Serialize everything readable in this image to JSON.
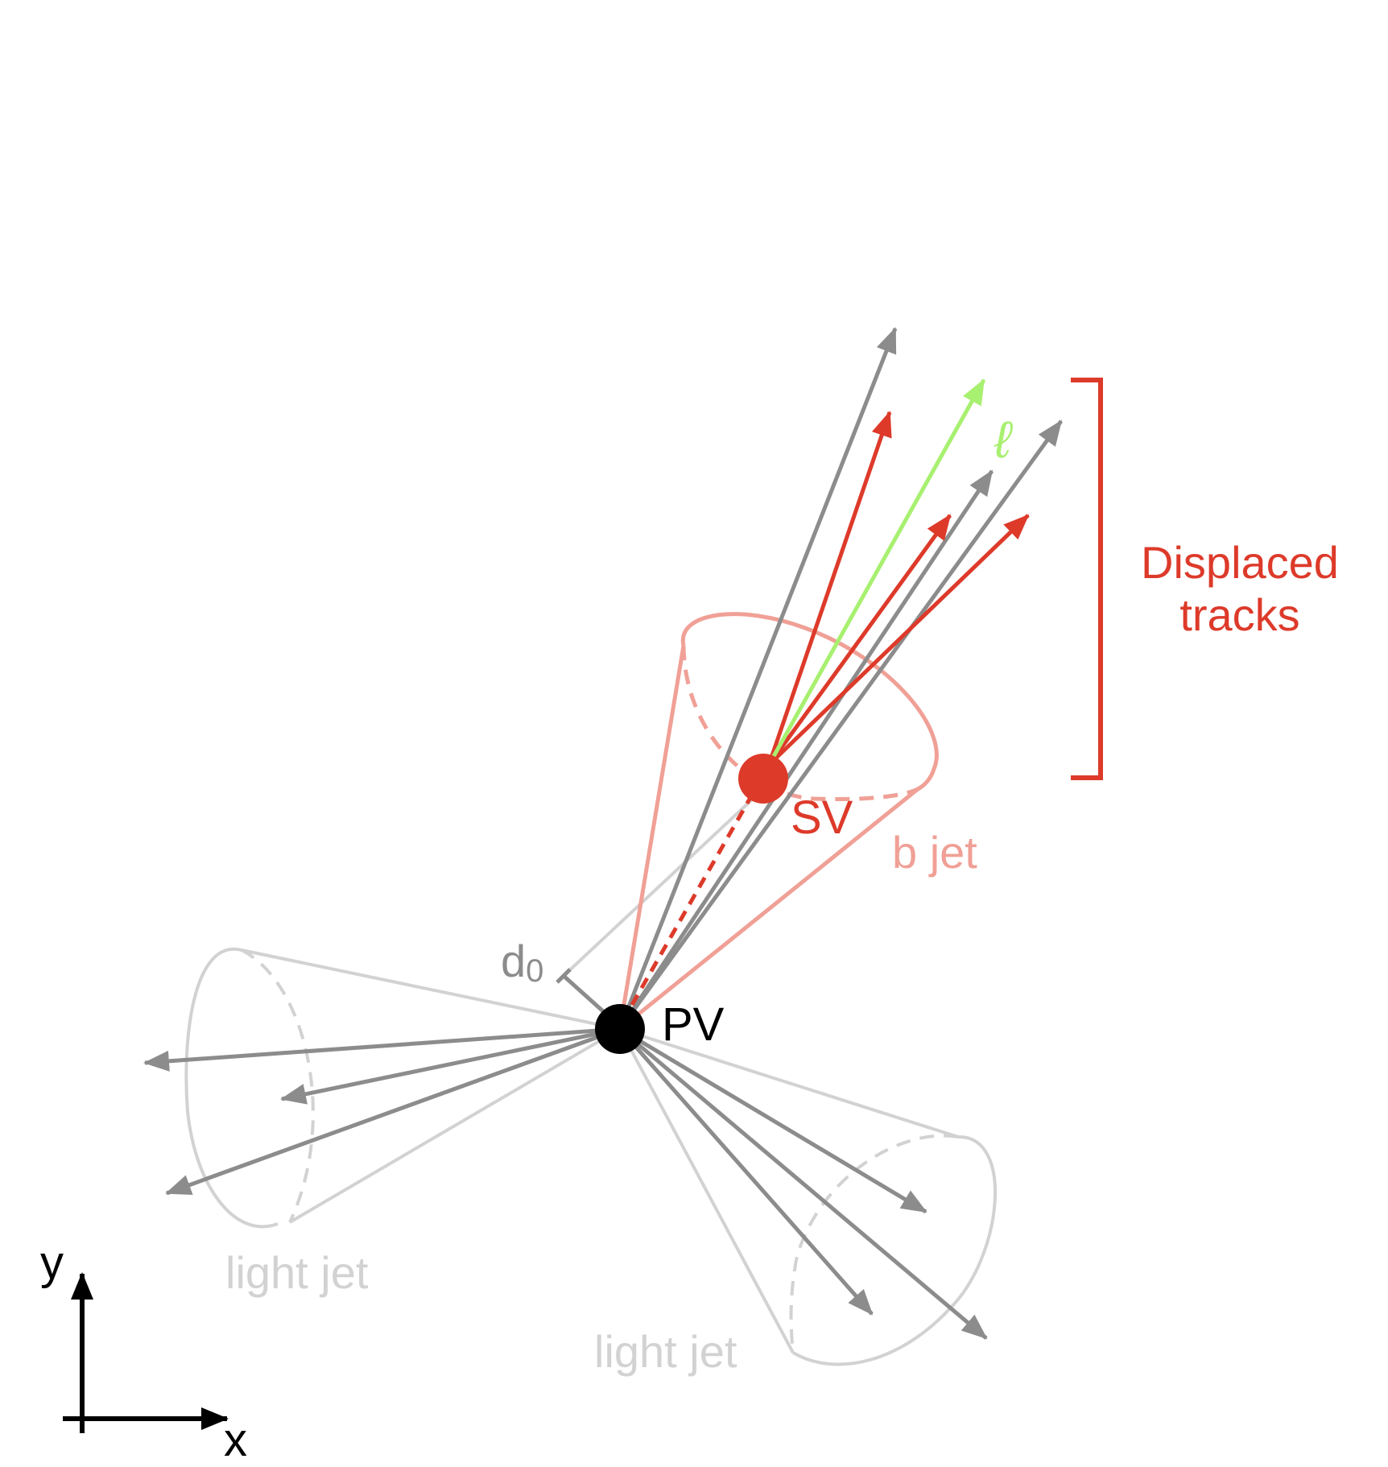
{
  "labels": {
    "pv": "PV",
    "sv": "SV",
    "d0_main": "d",
    "d0_sub": "0",
    "b_jet": "b jet",
    "light_jet_1": "light jet",
    "light_jet_2": "light jet",
    "lepton": "ℓ",
    "displaced_line1": "Displaced",
    "displaced_line2": "tracks",
    "axis_x": "x",
    "axis_y": "y"
  },
  "colors": {
    "red": "#dd3a2a",
    "pink": "#f0a096",
    "lepton_green": "#a8f070",
    "track_gray": "#8c8c8c",
    "light_gray": "#d2d2d2",
    "black": "#000000"
  }
}
